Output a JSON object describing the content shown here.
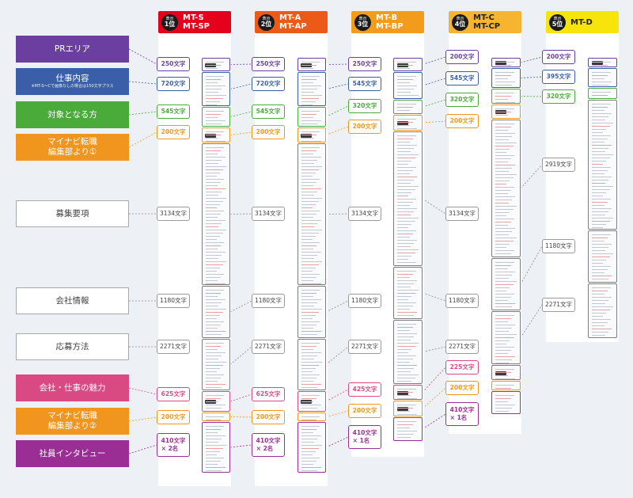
{
  "colors": {
    "pr": "#6b3fa0",
    "shigoto": "#3a5ea8",
    "taisho": "#4aaa3a",
    "mynavi": "#f0961e",
    "boshu": "#888888",
    "kaisha": "#888888",
    "oubo": "#888888",
    "miryoku": "#d94a82",
    "interview": "#9b2e95"
  },
  "sections": [
    {
      "key": "pr",
      "label": "PRエリア",
      "sub": "",
      "style": "fill"
    },
    {
      "key": "shigoto",
      "label": "仕事内容",
      "sub": "※MT-S〜Cで画像なしの場合は150文字プラス",
      "style": "fill"
    },
    {
      "key": "taisho",
      "label": "対象となる方",
      "sub": "",
      "style": "fill"
    },
    {
      "key": "mynavi",
      "label": "マイナビ転職\n編集部より①",
      "sub": "",
      "style": "fill"
    },
    {
      "key": "boshu",
      "label": "募集要項",
      "sub": "",
      "style": "outline"
    },
    {
      "key": "kaisha",
      "label": "会社情報",
      "sub": "",
      "style": "outline"
    },
    {
      "key": "oubo",
      "label": "応募方法",
      "sub": "",
      "style": "outline"
    },
    {
      "key": "miryoku",
      "label": "会社・仕事の魅力",
      "sub": "",
      "style": "fill"
    },
    {
      "key": "mynavi",
      "label": "マイナビ転職\n編集部より②",
      "sub": "",
      "style": "fill"
    },
    {
      "key": "interview",
      "label": "社員インタビュー",
      "sub": "",
      "style": "fill"
    }
  ],
  "plans": [
    {
      "rank_top": "表示",
      "rank_num": "1位",
      "names": [
        "MT-S",
        "MT-SP"
      ],
      "header_color": "#e5001c",
      "header_text": "white",
      "labels": [
        {
          "text": "250文字",
          "key": "pr"
        },
        {
          "text": "720文字",
          "key": "shigoto"
        },
        {
          "text": "545文字",
          "key": "taisho"
        },
        {
          "text": "200文字",
          "key": "mynavi"
        },
        {
          "text": "3134文字",
          "key": "boshu"
        },
        {
          "text": "1180文字",
          "key": "kaisha"
        },
        {
          "text": "2271文字",
          "key": "oubo"
        },
        {
          "text": "625文字",
          "key": "miryoku"
        },
        {
          "text": "200文字",
          "key": "mynavi"
        },
        {
          "text": "410文字\n× 2名",
          "key": "interview"
        }
      ]
    },
    {
      "rank_top": "表示",
      "rank_num": "2位",
      "names": [
        "MT-A",
        "MT-AP"
      ],
      "header_color": "#ec5a17",
      "header_text": "white",
      "labels": [
        {
          "text": "250文字",
          "key": "pr"
        },
        {
          "text": "720文字",
          "key": "shigoto"
        },
        {
          "text": "545文字",
          "key": "taisho"
        },
        {
          "text": "200文字",
          "key": "mynavi"
        },
        {
          "text": "3134文字",
          "key": "boshu"
        },
        {
          "text": "1180文字",
          "key": "kaisha"
        },
        {
          "text": "2271文字",
          "key": "oubo"
        },
        {
          "text": "625文字",
          "key": "miryoku"
        },
        {
          "text": "200文字",
          "key": "mynavi"
        },
        {
          "text": "410文字\n× 2名",
          "key": "interview"
        }
      ]
    },
    {
      "rank_top": "表示",
      "rank_num": "3位",
      "names": [
        "MT-B",
        "MT-BP"
      ],
      "header_color": "#f39c1b",
      "header_text": "white",
      "labels": [
        {
          "text": "250文字",
          "key": "pr"
        },
        {
          "text": "545文字",
          "key": "shigoto"
        },
        {
          "text": "320文字",
          "key": "taisho"
        },
        {
          "text": "200文字",
          "key": "mynavi"
        },
        {
          "text": "3134文字",
          "key": "boshu"
        },
        {
          "text": "1180文字",
          "key": "kaisha"
        },
        {
          "text": "2271文字",
          "key": "oubo"
        },
        {
          "text": "425文字",
          "key": "miryoku"
        },
        {
          "text": "200文字",
          "key": "mynavi"
        },
        {
          "text": "410文字\n× 1名",
          "key": "interview"
        }
      ]
    },
    {
      "rank_top": "表示",
      "rank_num": "4位",
      "names": [
        "MT-C",
        "MT-CP"
      ],
      "header_color": "#f6b431",
      "header_text": "dark",
      "labels": [
        {
          "text": "200文字",
          "key": "pr"
        },
        {
          "text": "545文字",
          "key": "shigoto"
        },
        {
          "text": "320文字",
          "key": "taisho"
        },
        {
          "text": "200文字",
          "key": "mynavi"
        },
        {
          "text": "3134文字",
          "key": "boshu"
        },
        {
          "text": "1180文字",
          "key": "kaisha"
        },
        {
          "text": "2271文字",
          "key": "oubo"
        },
        {
          "text": "225文字",
          "key": "miryoku"
        },
        {
          "text": "200文字",
          "key": "mynavi"
        },
        {
          "text": "410文字\n× 1名",
          "key": "interview"
        }
      ]
    },
    {
      "rank_top": "表示",
      "rank_num": "5位",
      "names": [
        "MT-D"
      ],
      "header_color": "#f7e40a",
      "header_text": "dark",
      "labels": [
        {
          "text": "200文字",
          "key": "pr"
        },
        {
          "text": "395文字",
          "key": "shigoto"
        },
        {
          "text": "320文字",
          "key": "taisho"
        },
        {
          "text": "2919文字",
          "key": "boshu"
        },
        {
          "text": "1180文字",
          "key": "kaisha"
        },
        {
          "text": "2271文字",
          "key": "oubo"
        }
      ]
    }
  ]
}
